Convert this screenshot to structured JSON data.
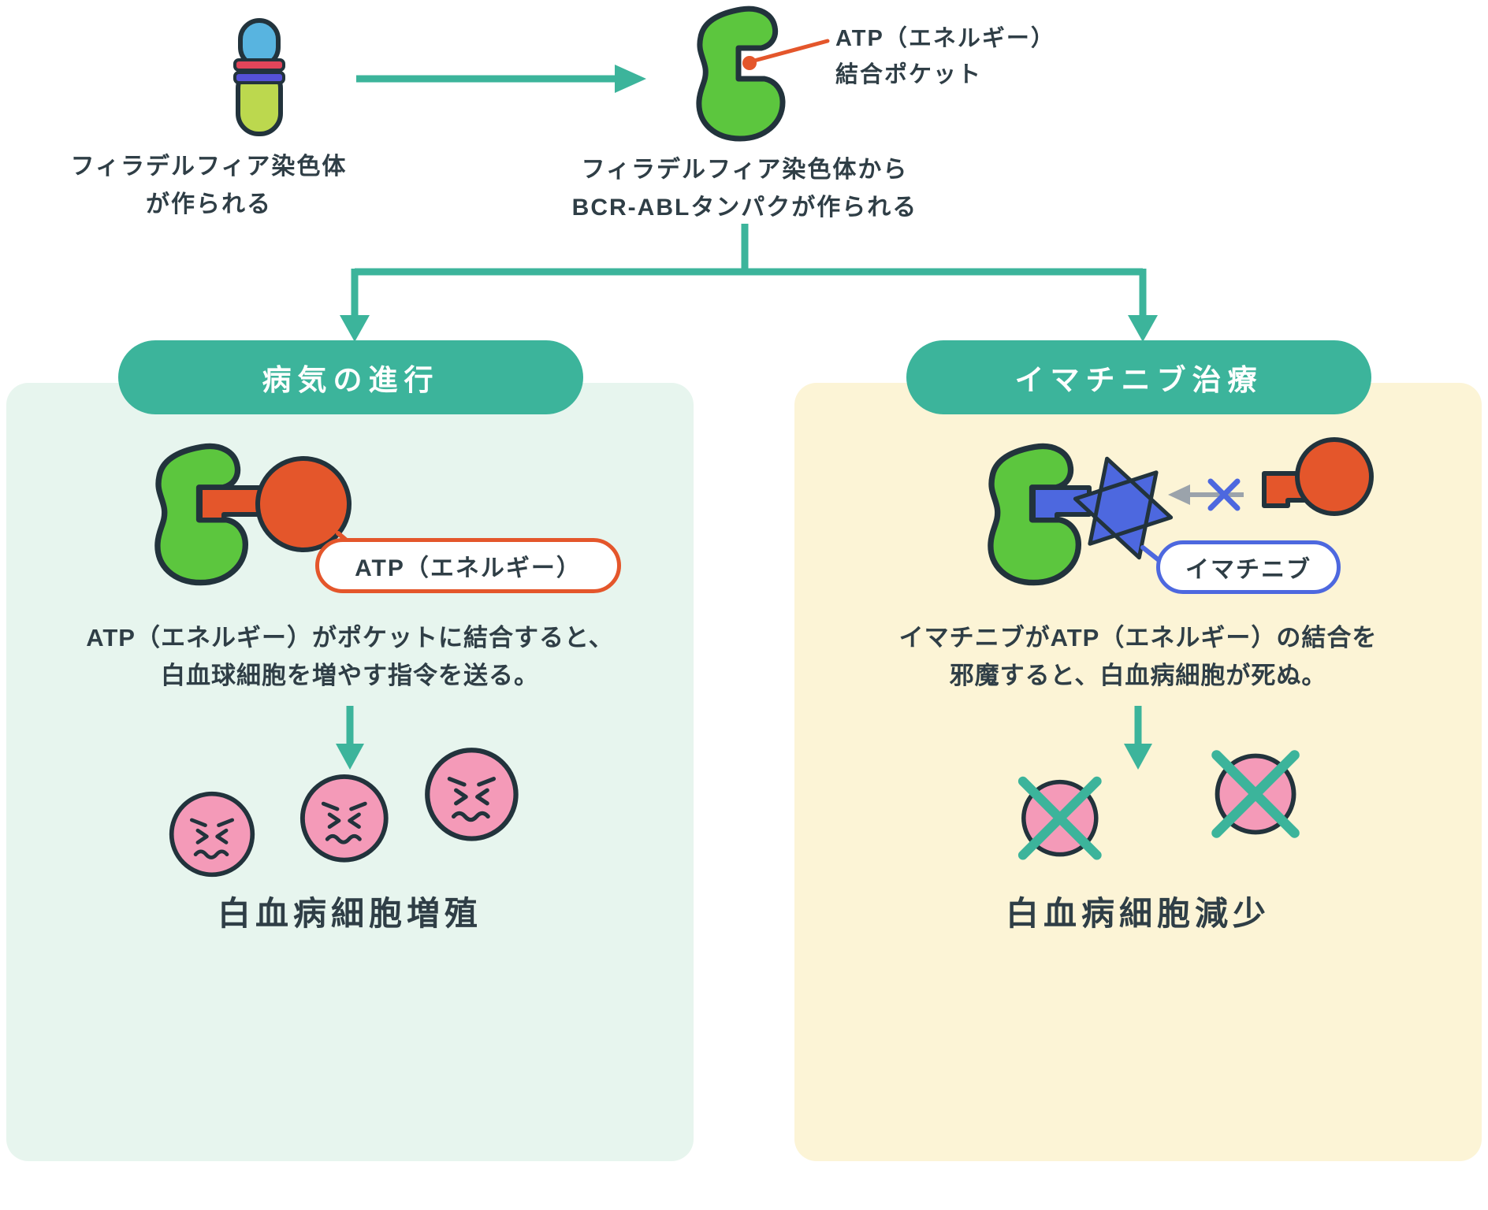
{
  "colors": {
    "accent": "#3CB49B",
    "green": "#5CC63E",
    "dark": "#22333C",
    "orange": "#E4562B",
    "pink": "#F49AB8",
    "pink_deep": "#E45C8C",
    "blue": "#4D68DF",
    "mint": "#E7F5EE",
    "cream": "#FCF4D6",
    "text": "#2F3E46",
    "gray": "#9BA3AB",
    "chromo_blue": "#58B4E0",
    "chromo_green": "#BCD84E",
    "band_red": "#E0455A",
    "band_indigo": "#5551D6"
  },
  "icons": {
    "chromosome": "philadelphia-chromosome-icon",
    "protein": "bcr-abl-protein-icon",
    "atp": "atp-molecule-icon",
    "imatinib": "imatinib-molecule-icon",
    "leukemia_cell": "leukemia-cell-icon",
    "dead_cell": "crossed-out-cell-icon",
    "arrow": "teal-arrow"
  },
  "top": {
    "chromosome_caption": [
      "フィラデルフィア染色体",
      "が作られる"
    ],
    "pocket_label": [
      "ATP（エネルギー）",
      "結合ポケット"
    ],
    "protein_caption": [
      "フィラデルフィア染色体から",
      "BCR-ABLタンパクが作られる"
    ]
  },
  "left_panel": {
    "header": "病気の進行",
    "atp_callout": "ATP（エネルギー）",
    "description": [
      "ATP（エネルギー）がポケットに結合すると、",
      "白血球細胞を増やす指令を送る。"
    ],
    "result": "白血病細胞増殖"
  },
  "right_panel": {
    "header": "イマチニブ治療",
    "imatinib_callout": "イマチニブ",
    "description": [
      "イマチニブがATP（エネルギー）の結合を",
      "邪魔すると、白血病細胞が死ぬ。"
    ],
    "result": "白血病細胞減少"
  }
}
